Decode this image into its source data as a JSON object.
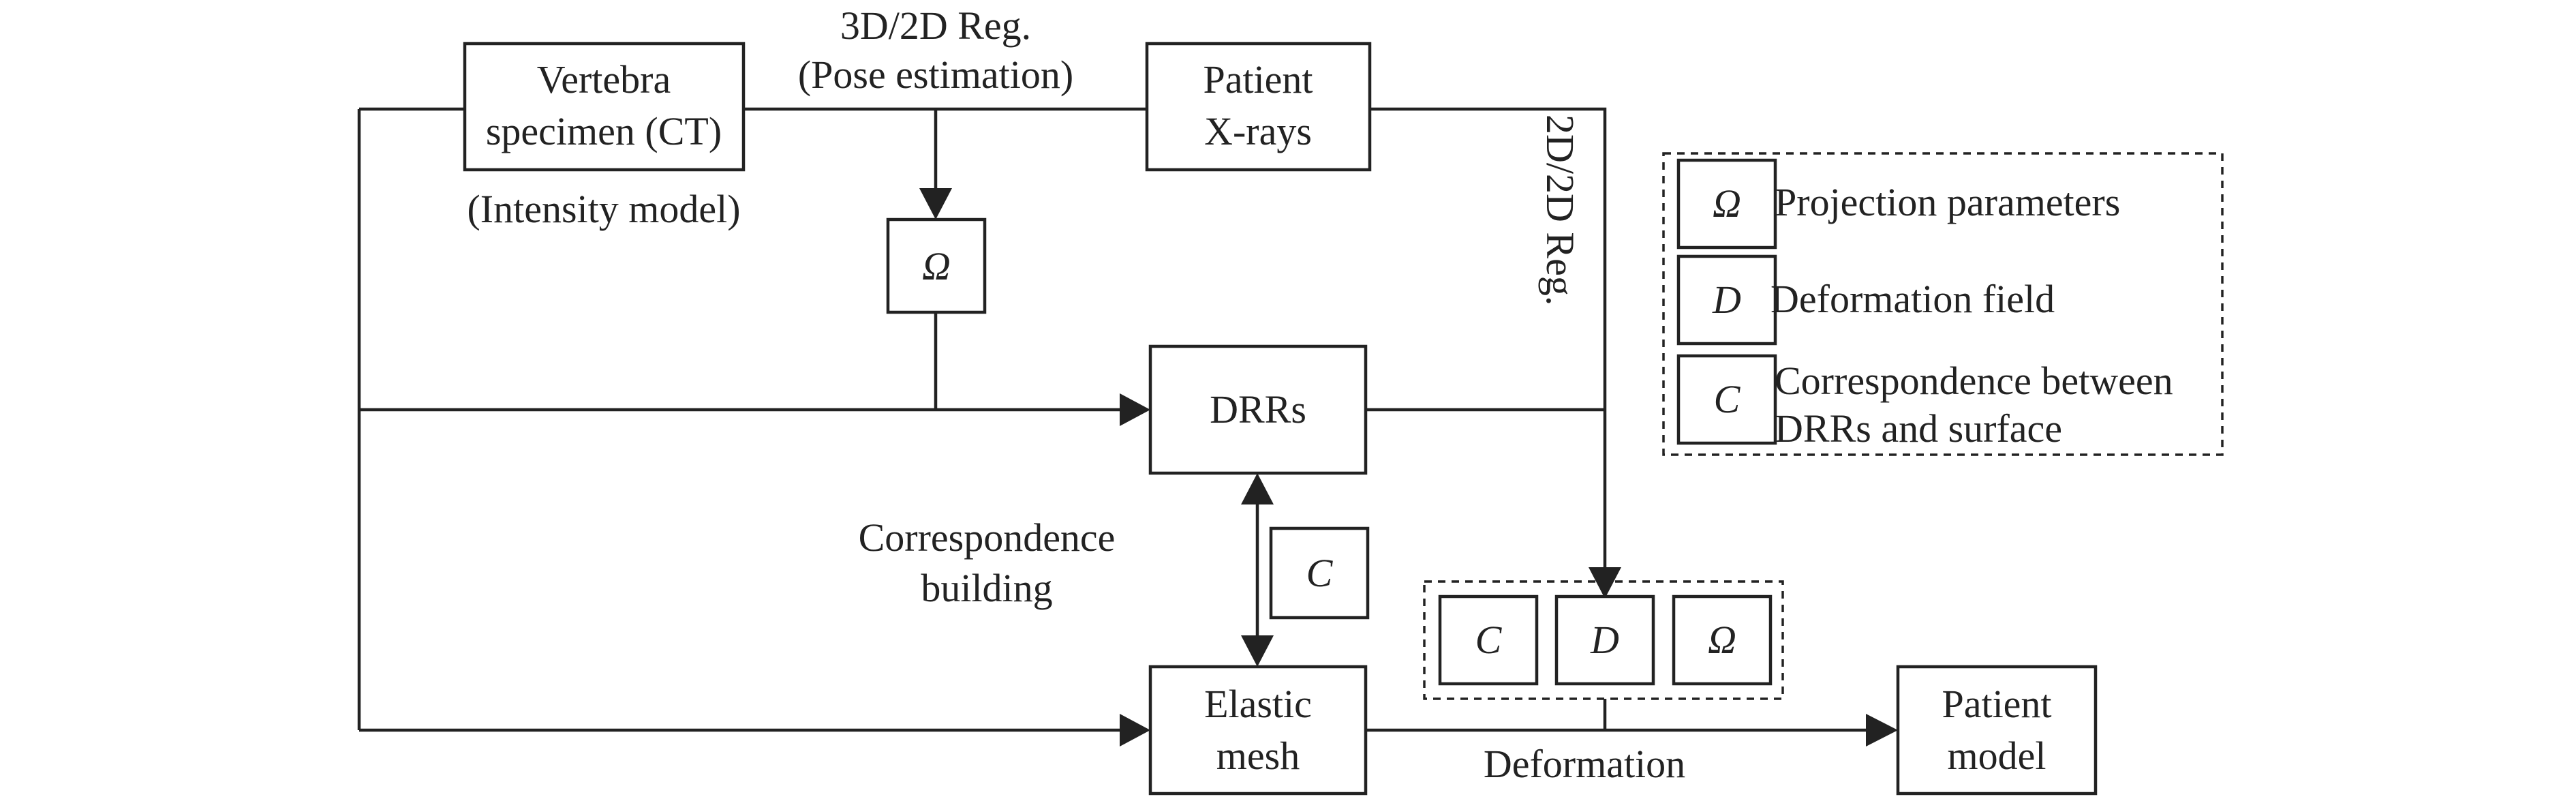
{
  "nodes": {
    "ct": {
      "line1": "Vertebra",
      "line2": "specimen (CT)"
    },
    "xray": {
      "line1": "Patient",
      "line2": "X-rays"
    },
    "drr": {
      "label": "DRRs"
    },
    "mesh": {
      "line1": "Elastic",
      "line2": "mesh"
    },
    "patient_model": {
      "line1": "Patient",
      "line2": "model"
    }
  },
  "symbols": {
    "omega": "Ω",
    "deformation": "D",
    "correspondence": "C"
  },
  "labels": {
    "reg_3d2d_line1": "3D/2D Reg.",
    "reg_3d2d_line2": "(Pose estimation)",
    "intensity_model": "(Intensity model)",
    "reg_2d2d": "2D/2D Reg.",
    "correspondence_line1": "Correspondence",
    "correspondence_line2": "building",
    "deformation": "Deformation"
  },
  "legend": {
    "items": [
      {
        "symbol": "Ω",
        "line1": "Projection parameters",
        "line2": ""
      },
      {
        "symbol": "D",
        "line1": "Deformation field",
        "line2": ""
      },
      {
        "symbol": "C",
        "line1": "Correspondence between",
        "line2": "DRRs and surface"
      }
    ]
  },
  "colors": {
    "stroke": "#222222",
    "background": "#ffffff"
  }
}
